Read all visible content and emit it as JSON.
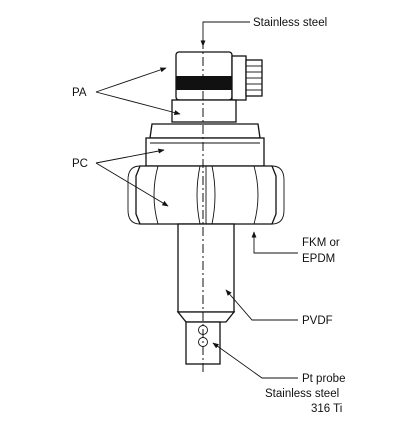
{
  "diagram": {
    "labels": {
      "stainless_steel_top": "Stainless steel",
      "pa": "PA",
      "pc": "PC",
      "fkm_line1": "FKM or",
      "fkm_line2": "EPDM",
      "pvdf": "PVDF",
      "probe_line1": "Pt probe",
      "probe_line2": "Stainless steel",
      "probe_line3": "316 Ti"
    },
    "colors": {
      "line": "#111111",
      "fill": "#ffffff",
      "band": "#111111"
    }
  }
}
